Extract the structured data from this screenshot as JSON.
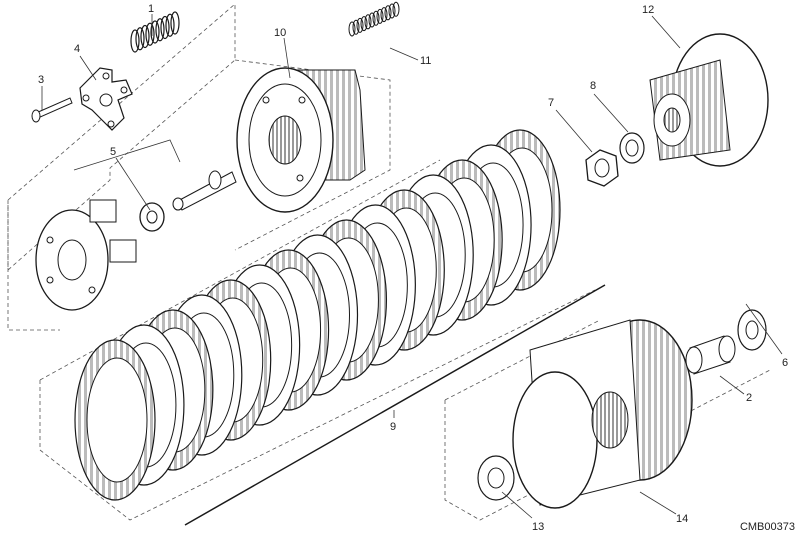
{
  "diagram": {
    "reference_code": "CMB00373",
    "callouts": [
      {
        "id": "callout-1",
        "label": "1"
      },
      {
        "id": "callout-2",
        "label": "2"
      },
      {
        "id": "callout-3",
        "label": "3"
      },
      {
        "id": "callout-4",
        "label": "4"
      },
      {
        "id": "callout-5",
        "label": "5"
      },
      {
        "id": "callout-6",
        "label": "6"
      },
      {
        "id": "callout-7",
        "label": "7"
      },
      {
        "id": "callout-8",
        "label": "8"
      },
      {
        "id": "callout-9",
        "label": "9"
      },
      {
        "id": "callout-10",
        "label": "10"
      },
      {
        "id": "callout-11",
        "label": "11"
      },
      {
        "id": "callout-12",
        "label": "12"
      },
      {
        "id": "callout-13",
        "label": "13"
      },
      {
        "id": "callout-14",
        "label": "14"
      }
    ]
  }
}
